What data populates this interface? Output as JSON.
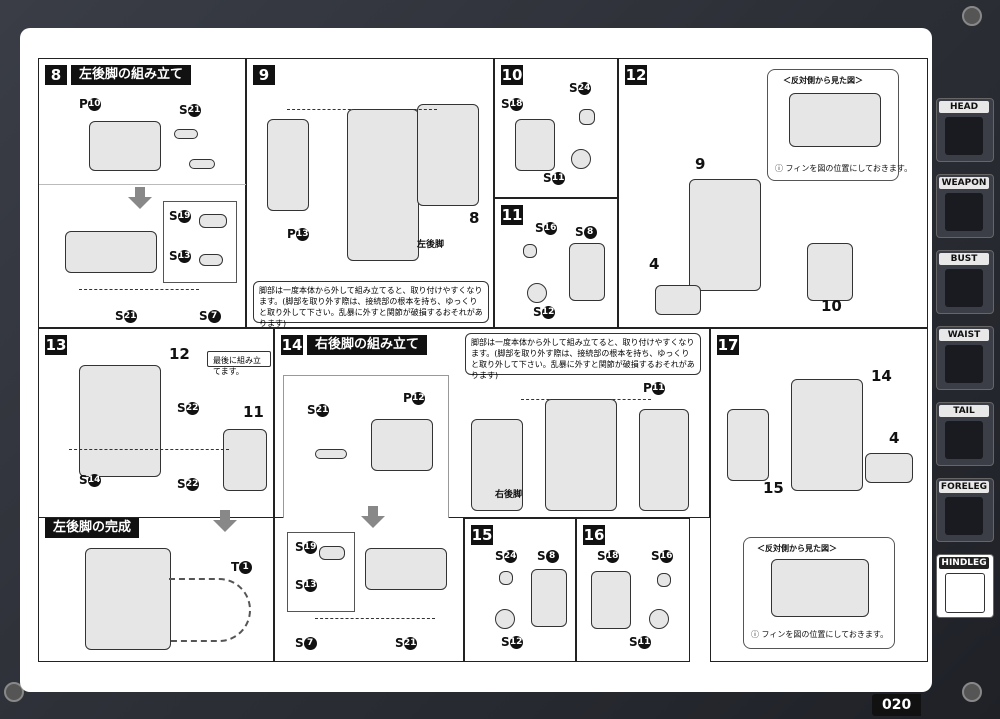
{
  "page_number": "020",
  "side_tabs": [
    {
      "label": "HEAD",
      "active": false
    },
    {
      "label": "WEAPON",
      "active": false
    },
    {
      "label": "BUST",
      "active": false
    },
    {
      "label": "WAIST",
      "active": false
    },
    {
      "label": "TAIL",
      "active": false
    },
    {
      "label": "FORELEG",
      "active": false
    },
    {
      "label": "HINDLEG",
      "active": true
    }
  ],
  "steps": {
    "s8": {
      "no": "8",
      "title": "左後脚の組み立て",
      "labels": {
        "p10": "P",
        "p10n": "10",
        "s21a": "S",
        "s21an": "21",
        "s19": "S",
        "s19n": "19",
        "s13": "S",
        "s13n": "13",
        "s21b": "S",
        "s21bn": "21",
        "s7": "S",
        "s7n": "7"
      }
    },
    "s9": {
      "no": "9",
      "p13": "P",
      "p13n": "13",
      "ref": "8",
      "leg_label": "左後脚",
      "note": "脚部は一度本体から外して組み立てると、取り付けやすくなります。(脚部を取り外す際は、接続部の根本を持ち、ゆっくりと取り外して下さい。乱暴に外すと関節が破損するおそれがあります)"
    },
    "s10": {
      "no": "10",
      "s18": "S",
      "s18n": "18",
      "s24": "S",
      "s24n": "24",
      "s11": "S",
      "s11n": "11"
    },
    "s11": {
      "no": "11",
      "s16": "S",
      "s16n": "16",
      "s8": "S",
      "s8n": "8",
      "s12": "S",
      "s12n": "12"
    },
    "s12": {
      "no": "12",
      "view_title": "＜反対側から見た図＞",
      "ref9": "9",
      "ref4": "4",
      "ref10": "10",
      "fin_note": "フィンを図の位置にしておきます。"
    },
    "s13": {
      "no": "13",
      "ref12": "12",
      "ref11": "11",
      "last_note": "最後に組み立てます。",
      "s22a": "S",
      "s22an": "22",
      "s14": "S",
      "s14n": "14",
      "s22b": "S",
      "s22bn": "22"
    },
    "complete": {
      "title": "左後脚の完成",
      "t1": "T",
      "t1n": "1"
    },
    "s14": {
      "no": "14",
      "title": "右後脚の組み立て",
      "s21a": "S",
      "s21an": "21",
      "p12": "P",
      "p12n": "12",
      "p11": "P",
      "p11n": "11",
      "s19": "S",
      "s19n": "19",
      "s13": "S",
      "s13n": "13",
      "s7": "S",
      "s7n": "7",
      "s21b": "S",
      "s21bn": "21",
      "leg_label": "右後脚",
      "note": "脚部は一度本体から外して組み立てると、取り付けやすくなります。(脚部を取り外す際は、接続部の根本を持ち、ゆっくりと取り外して下さい。乱暴に外すと関節が破損するおそれがあります)"
    },
    "s15": {
      "no": "15",
      "s24": "S",
      "s24n": "24",
      "s8": "S",
      "s8n": "8",
      "s12": "S",
      "s12n": "12"
    },
    "s16": {
      "no": "16",
      "s18": "S",
      "s18n": "18",
      "s16": "S",
      "s16n": "16",
      "s11": "S",
      "s11n": "11"
    },
    "s17": {
      "no": "17",
      "ref14": "14",
      "ref4": "4",
      "ref15": "15",
      "view_title": "＜反対側から見た図＞",
      "fin_note": "フィンを図の位置にしておきます。"
    }
  }
}
